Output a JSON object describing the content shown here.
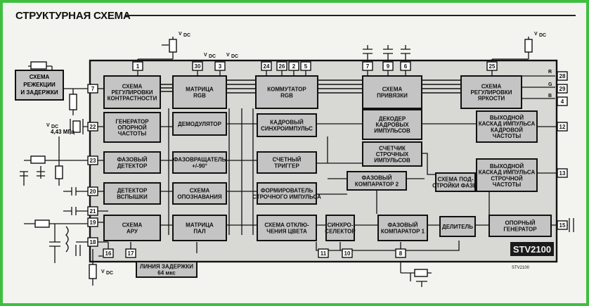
{
  "title": "СТРУКТУРНАЯ СХЕМА",
  "chip_label": "STV2100",
  "footnote": "STV2100",
  "ext_block": [
    "СХЕМА",
    "РЕЖЕКЦИИ",
    "И ЗАДЕРЖКИ"
  ],
  "crystal_label": "4,43 МГц",
  "vcc_label": "V",
  "vcc_sub": "DC",
  "blocks": [
    {
      "id": "contrast",
      "lines": [
        "СХЕМА",
        "РЕГУЛИРОВКИ",
        "КОНТРАСТНОСТИ"
      ]
    },
    {
      "id": "rgb-matrix",
      "lines": [
        "МАТРИЦА",
        "RGB"
      ]
    },
    {
      "id": "rgb-switch",
      "lines": [
        "КОММУТАТОР",
        "RGB"
      ]
    },
    {
      "id": "clamp",
      "lines": [
        "СХЕМА",
        "ПРИВЯЗКИ"
      ]
    },
    {
      "id": "brightness",
      "lines": [
        "СХЕМА",
        "РЕГУЛИРОВКИ",
        "ЯРКОСТИ"
      ]
    },
    {
      "id": "ref-osc",
      "lines": [
        "ГЕНЕРАТОР",
        "ОПОРНОЙ",
        "ЧАСТОТЫ"
      ]
    },
    {
      "id": "demod",
      "lines": [
        "ДЕМОДУЛЯТОР"
      ]
    },
    {
      "id": "frame-sync",
      "lines": [
        "КАДРОВЫЙ",
        "СИНХРОИМПУЛЬС"
      ]
    },
    {
      "id": "frame-decoder",
      "lines": [
        "ДЕКОДЕР",
        "КАДРОВЫХ",
        "ИМПУЛЬСОВ"
      ]
    },
    {
      "id": "frame-out",
      "lines": [
        "ВЫХОДНОЙ",
        "КАСКАД ИМПУЛЬСА",
        "КАДРОВОЙ",
        "ЧАСТОТЫ"
      ]
    },
    {
      "id": "phase-det",
      "lines": [
        "ФАЗОВЫЙ",
        "ДЕТЕКТОР"
      ]
    },
    {
      "id": "phase-rot",
      "lines": [
        "ФАЗОВРАЩАТЕЛЬ",
        "+/-90°"
      ]
    },
    {
      "id": "count-trig",
      "lines": [
        "СЧЕТНЫЙ",
        "ТРИГГЕР"
      ]
    },
    {
      "id": "line-counter",
      "lines": [
        "СЧЕТЧИК",
        "СТРОЧНЫХ",
        "ИМПУЛЬСОВ"
      ]
    },
    {
      "id": "phase-comp2",
      "lines": [
        "ФАЗОВЫЙ",
        "КОМПАРАТОР 2"
      ]
    },
    {
      "id": "phase-adj",
      "lines": [
        "СХЕМА ПОД-",
        "СТРОЙКИ ФАЗЫ"
      ]
    },
    {
      "id": "line-out",
      "lines": [
        "ВЫХОДНОЙ",
        "КАСКАД ИМПУЛЬСА",
        "СТРОЧНОЙ",
        "ЧАСТОТЫ"
      ]
    },
    {
      "id": "burst-det",
      "lines": [
        "ДЕТЕКТОР",
        "ВСПЫШКИ"
      ]
    },
    {
      "id": "ident",
      "lines": [
        "СХЕМА",
        "ОПОЗНАВАНИЯ"
      ]
    },
    {
      "id": "line-pulse",
      "lines": [
        "ФОРМИРОВАТЕЛЬ",
        "СТРОЧНОГО ИМПУЛЬСА"
      ]
    },
    {
      "id": "agc",
      "lines": [
        "СХЕМА",
        "АРУ"
      ]
    },
    {
      "id": "pal-matrix",
      "lines": [
        "МАТРИЦА",
        "ПАЛ"
      ]
    },
    {
      "id": "color-off",
      "lines": [
        "СХЕМА ОТКЛЮ-",
        "ЧЕНИЯ ЦВЕТА"
      ]
    },
    {
      "id": "sync-sel",
      "lines": [
        "СИНХРО-",
        "СЕЛЕКТОР"
      ]
    },
    {
      "id": "phase-comp1",
      "lines": [
        "ФАЗОВЫЙ",
        "КОМПАРАТОР 1"
      ]
    },
    {
      "id": "divider",
      "lines": [
        "ДЕЛИТЕЛЬ"
      ]
    },
    {
      "id": "ref-gen",
      "lines": [
        "ОПОРНЫЙ",
        "ГЕНЕРАТОР"
      ]
    },
    {
      "id": "delay-line",
      "lines": [
        "ЛИНИЯ ЗАДЕРЖКИ",
        "64 мкс"
      ]
    }
  ],
  "pins": [
    "1",
    "30",
    "3",
    "24",
    "26",
    "2",
    "5",
    "7",
    "9",
    "6",
    "25",
    "7",
    "22",
    "23",
    "20",
    "21",
    "19",
    "18",
    "16",
    "17",
    "8",
    "11",
    "10",
    "28",
    "29",
    "4",
    "12",
    "13",
    "15"
  ],
  "outputs": [
    "R",
    "G",
    "B"
  ]
}
